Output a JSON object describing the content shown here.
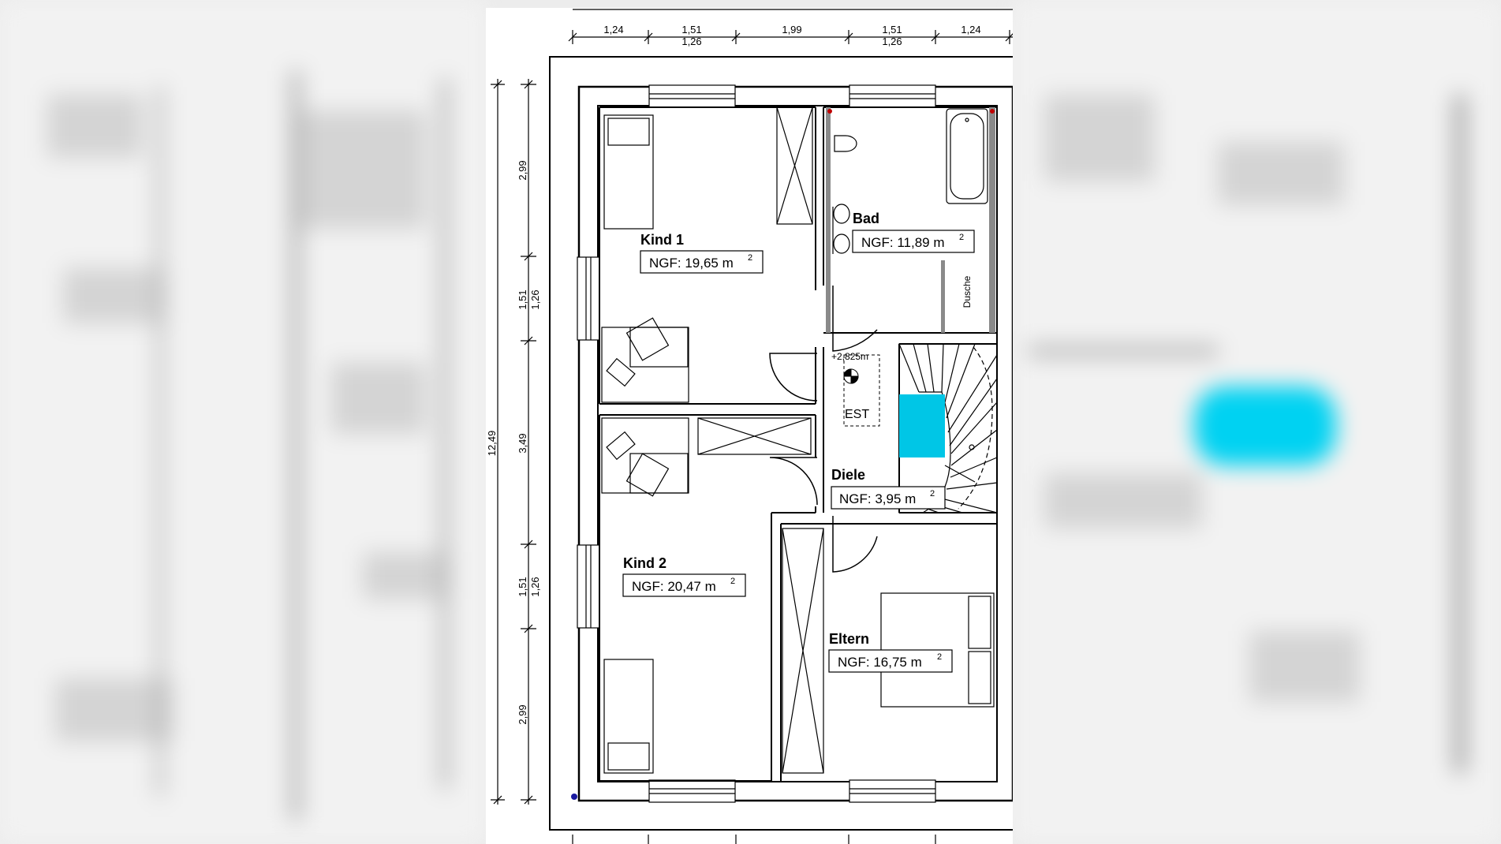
{
  "plan": {
    "rooms": {
      "kind1": {
        "name": "Kind 1",
        "area": "NGF: 19,65 m",
        "sup": "2"
      },
      "bad": {
        "name": "Bad",
        "area": "NGF: 11,89 m",
        "sup": "2"
      },
      "diele": {
        "name": "Diele",
        "area": "NGF: 3,95 m",
        "sup": "2"
      },
      "kind2": {
        "name": "Kind 2",
        "area": "NGF: 20,47 m",
        "sup": "2"
      },
      "eltern": {
        "name": "Eltern",
        "area": "NGF: 16,75 m",
        "sup": "2"
      }
    },
    "labels": {
      "dusche": "Dusche",
      "est": "EST",
      "level": "+2,825m"
    },
    "dims_top": {
      "d1": "1,24",
      "d2a": "1,51",
      "d2b": "1,26",
      "d3": "1,99",
      "d4a": "1,51",
      "d4b": "1,26",
      "d5": "1,24"
    },
    "dims_left": {
      "total": "12,49",
      "s1": "2,99",
      "s2a": "1,51",
      "s2b": "1,26",
      "s3": "3,49",
      "s4a": "1,51",
      "s4b": "1,26",
      "s5": "2,99"
    },
    "stair_color": "#00c6e6"
  }
}
